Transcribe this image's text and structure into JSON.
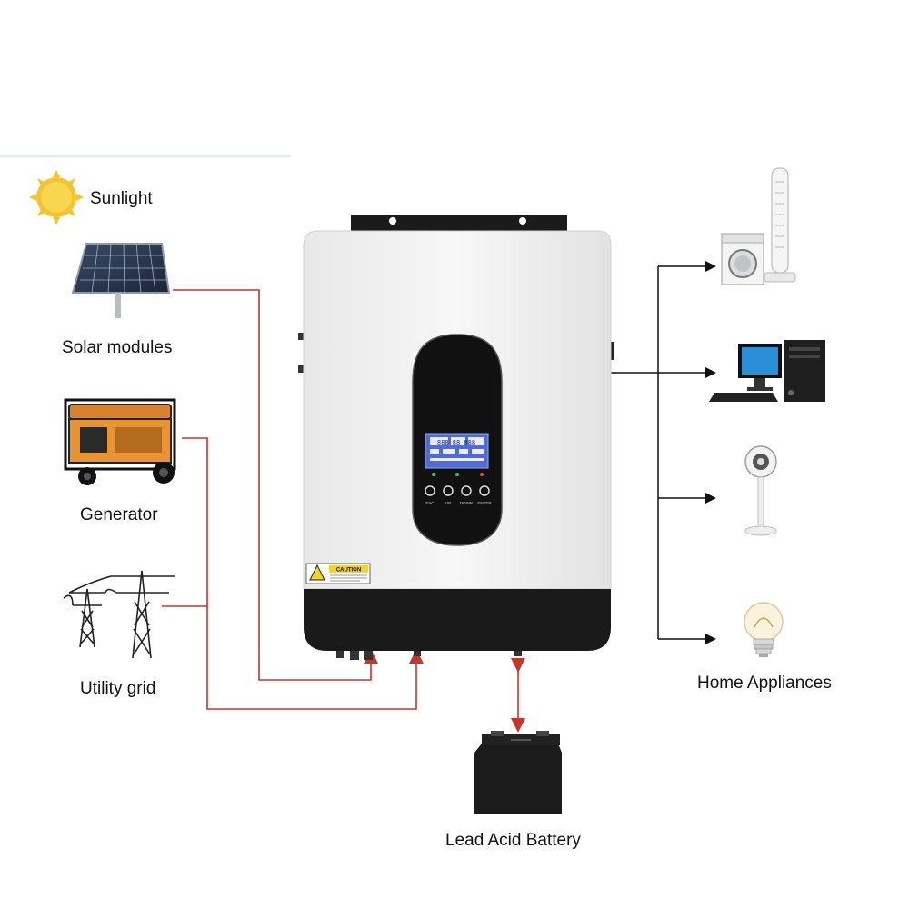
{
  "labels": {
    "sunlight": "Sunlight",
    "solar": "Solar modules",
    "generator": "Generator",
    "grid": "Utility grid",
    "appliances": "Home Appliances",
    "battery": "Lead Acid Battery"
  },
  "inverter": {
    "caution_title": "CAUTION",
    "buttons": [
      "ESC",
      "UP",
      "DOWN",
      "ENTER"
    ],
    "lcd_readout": "888 88 888"
  },
  "colors": {
    "input_line": "#c0392b",
    "output_line": "#111111",
    "sun": "#f4c430",
    "inverter_body": "#f2f2f2",
    "inverter_base": "#1a1a1a"
  }
}
